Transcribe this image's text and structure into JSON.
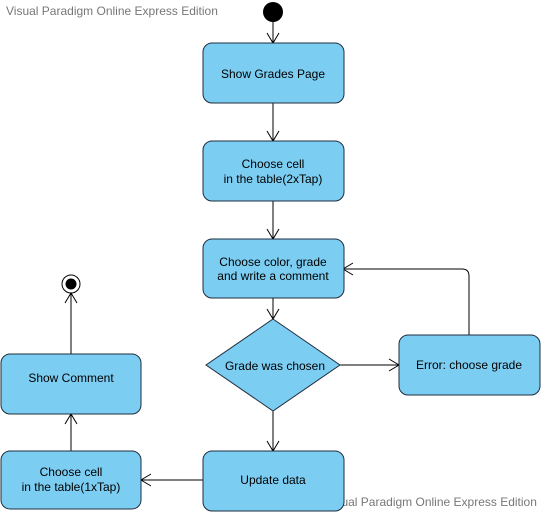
{
  "watermark": {
    "top": "Visual Paradigm Online Express Edition",
    "bottom": "Visual Paradigm Online Express Edition"
  },
  "colors": {
    "node_fill": "#7ccdf2",
    "node_stroke": "#1e2d3d",
    "edge": "#000000"
  },
  "nodes": {
    "show_grades": [
      "Show Grades Page"
    ],
    "choose_cell_2x": [
      "Choose cell",
      "in the table(2xTap)"
    ],
    "choose_color": [
      "Choose color, grade",
      "and write a comment"
    ],
    "decision": [
      "Grade was chosen"
    ],
    "error": [
      "Error: choose grade"
    ],
    "update": [
      "Update data"
    ],
    "choose_cell_1x": [
      "Choose cell",
      "in the table(1xTap)"
    ],
    "show_comment": [
      "Show Comment"
    ]
  }
}
